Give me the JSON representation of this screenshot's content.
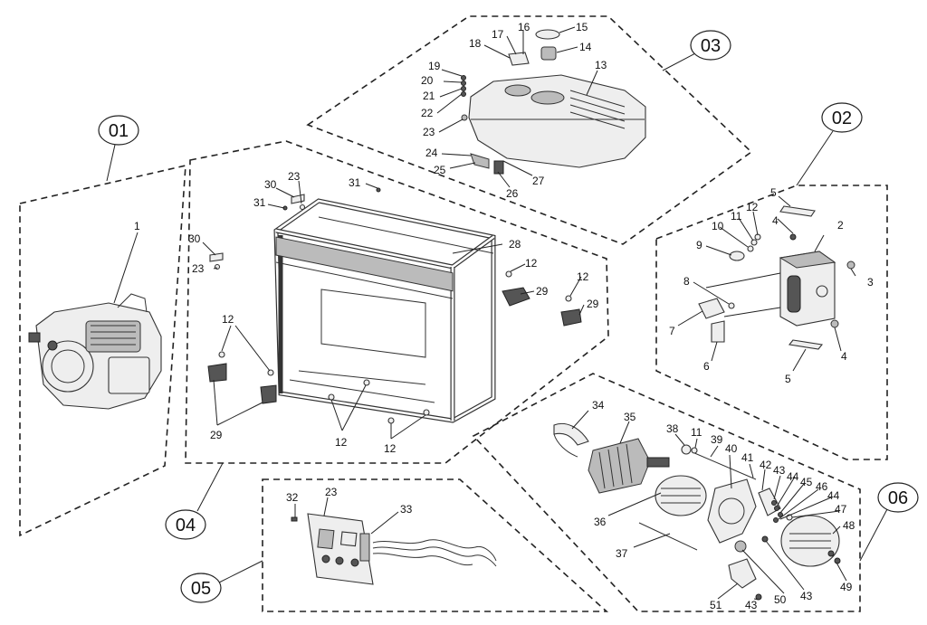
{
  "groups": [
    {
      "id": "01",
      "label": "01"
    },
    {
      "id": "02",
      "label": "02"
    },
    {
      "id": "03",
      "label": "03"
    },
    {
      "id": "04",
      "label": "04"
    },
    {
      "id": "05",
      "label": "05"
    },
    {
      "id": "06",
      "label": "06"
    }
  ],
  "callouts": {
    "c1": "1",
    "c2": "2",
    "c3": "3",
    "c4a": "4",
    "c4b": "4",
    "c5a": "5",
    "c5b": "5",
    "c6": "6",
    "c7": "7",
    "c8": "8",
    "c9": "9",
    "c10": "10",
    "c11a": "11",
    "c12a": "12",
    "c13": "13",
    "c14": "14",
    "c15": "15",
    "c16": "16",
    "c17": "17",
    "c18": "18",
    "c19": "19",
    "c20": "20",
    "c21": "21",
    "c22": "22",
    "c23a": "23",
    "c24": "24",
    "c25": "25",
    "c26": "26",
    "c27": "27",
    "c28": "28",
    "c29a": "29",
    "c29b": "29",
    "c29c": "29",
    "c30a": "30",
    "c30b": "30",
    "c31a": "31",
    "c31b": "31",
    "c23b": "23",
    "c23c": "23",
    "c12b": "12",
    "c12c": "12",
    "c12d": "12",
    "c12e": "12",
    "c12f": "12",
    "c32": "32",
    "c23d": "23",
    "c33": "33",
    "c34": "34",
    "c35": "35",
    "c36": "36",
    "c37": "37",
    "c38": "38",
    "c11b": "11",
    "c39": "39",
    "c40": "40",
    "c41": "41",
    "c42": "42",
    "c43a": "43",
    "c44a": "44",
    "c45": "45",
    "c46": "46",
    "c44b": "44",
    "c47": "47",
    "c48": "48",
    "c49": "49",
    "c43b": "43",
    "c50": "50",
    "c43c": "43",
    "c51": "51"
  }
}
